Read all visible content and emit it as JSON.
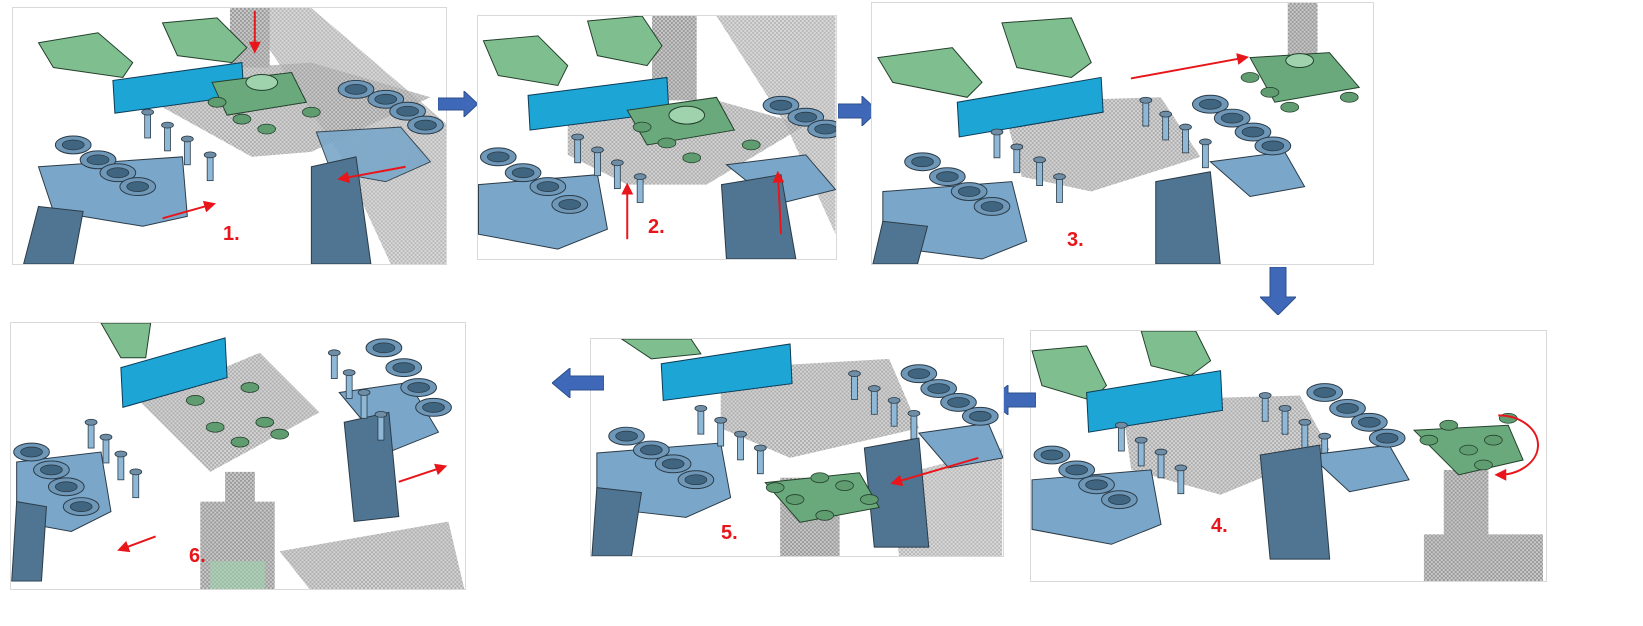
{
  "figure": {
    "title": "Glass transfer sequence between grippers, stations and robot end-effector",
    "colors": {
      "fixture_blue": "#7aa7c9",
      "fixture_dark": "#4f7592",
      "gripper_green": "#7fbf8f",
      "glass_strip": "#1da5d6",
      "motion_arrow_red": "#e8161b",
      "flow_arrow_blue": "#3f68b8",
      "ghost_gray": "#b5b5b5"
    }
  },
  "steps": [
    {
      "number": 1,
      "label": "1.",
      "motions": [
        "end-effector lowers (down)",
        "left station slides right",
        "right station slides left"
      ]
    },
    {
      "number": 2,
      "label": "2.",
      "motions": [
        "left pins rise (up)",
        "right pins rise (up)"
      ]
    },
    {
      "number": 3,
      "label": "3.",
      "motions": [
        "end-effector moves away to the right"
      ]
    },
    {
      "number": 4,
      "label": "4.",
      "motions": [
        "end-effector rotates"
      ]
    },
    {
      "number": 5,
      "label": "5.",
      "motions": [
        "end-effector moves in under the glass"
      ]
    },
    {
      "number": 6,
      "label": "6.",
      "motions": [
        "left station retracts left",
        "right station retracts right"
      ]
    }
  ],
  "flow": [
    {
      "from": 1,
      "to": 2,
      "direction": "right"
    },
    {
      "from": 2,
      "to": 3,
      "direction": "right"
    },
    {
      "from": 3,
      "to": 4,
      "direction": "down"
    },
    {
      "from": 4,
      "to": 5,
      "direction": "left"
    },
    {
      "from": 5,
      "to": 6,
      "direction": "left"
    }
  ]
}
